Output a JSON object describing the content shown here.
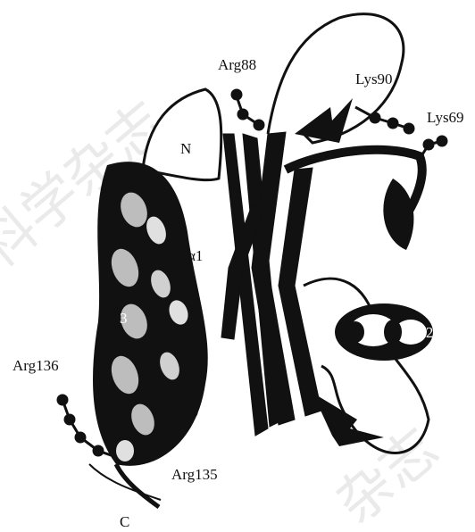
{
  "colors": {
    "ink": "#111111",
    "ribbon_shade": "#3a3a3a",
    "highlight": "#bdbdbd",
    "background": "#ffffff",
    "watermark": "#d9d9d9"
  },
  "watermark": {
    "text_left": "科学杂志",
    "text_right": "杂志"
  },
  "labels": {
    "arg88": "Arg88",
    "lys90": "Lys90",
    "lys69": "Lys69",
    "n_term": "N",
    "alpha1": "α1",
    "helix_marker": "3",
    "alpha2": "α2",
    "arg136": "Arg136",
    "arg135": "Arg135",
    "c_term": "C"
  }
}
